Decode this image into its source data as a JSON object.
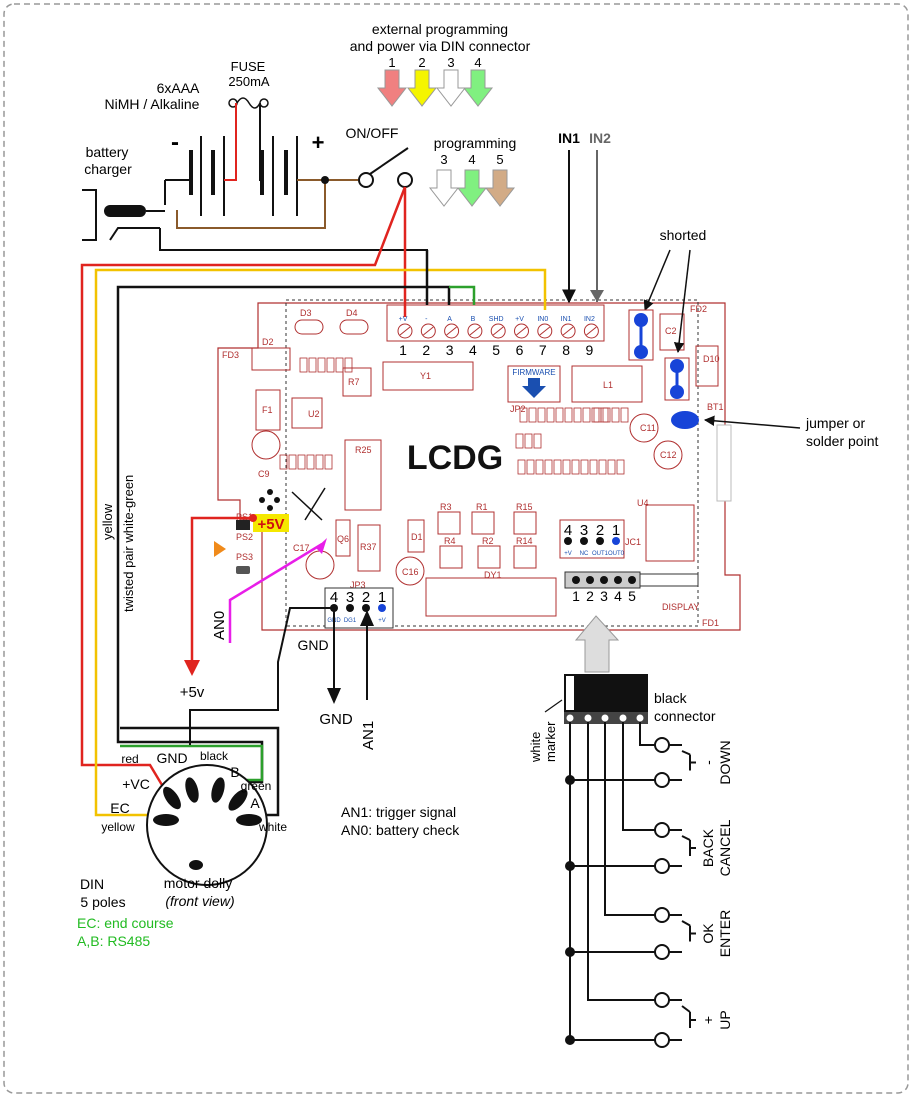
{
  "header": {
    "ext_line1": "external programming",
    "ext_line2": "and power via DIN connector",
    "ext_nums": [
      "1",
      "2",
      "3",
      "4"
    ],
    "prog_label": "programming",
    "prog_nums": [
      "3",
      "4",
      "5"
    ]
  },
  "power": {
    "battery_line1": "6xAAA",
    "battery_line2": "NiMH / Alkaline",
    "fuse_line1": "FUSE",
    "fuse_line2": "250mA",
    "minus": "-",
    "plus": "+",
    "switch": "ON/OFF",
    "charger_line1": "battery",
    "charger_line2": "charger"
  },
  "inputs": {
    "in1": "IN1",
    "in2": "IN2"
  },
  "annotations": {
    "shorted": "shorted",
    "jumper_line1": "jumper or",
    "jumper_line2": "solder point",
    "plus5v_tag": "+5V",
    "an0": "AN0",
    "plus5v": "+5v",
    "gnd_top": "GND",
    "gnd_bottom": "GND",
    "an1": "AN1",
    "yellow_wire": "yellow",
    "twisted_wire": "twisted pair white-green",
    "an1_note": "AN1: trigger signal",
    "an0_note": "AN0: battery check"
  },
  "board": {
    "title": "LCDG",
    "terminal_nums": [
      "1",
      "2",
      "3",
      "4",
      "5",
      "6",
      "7",
      "8",
      "9"
    ],
    "terminal_labels": [
      "+V",
      "-",
      "A",
      "B",
      "SHD",
      "+V",
      "IN0",
      "IN1",
      "IN2"
    ],
    "firmware": "FIRMWARE",
    "jc1_nums": [
      "4",
      "3",
      "2",
      "1"
    ],
    "jc1_labels": [
      "+V",
      "NC",
      "OUT1",
      "OUT0"
    ],
    "jp3_nums": [
      "4",
      "3",
      "2",
      "1"
    ],
    "jp3_labels": [
      "GND",
      "DG1",
      "",
      "+V"
    ],
    "display_nums": [
      "1",
      "2",
      "3",
      "4",
      "5"
    ],
    "components": [
      "D3",
      "D4",
      "D2",
      "FD3",
      "F1",
      "U2",
      "R7",
      "Y1",
      "L1",
      "R25",
      "D1",
      "C16",
      "C17",
      "C9",
      "C11",
      "C12",
      "U4",
      "BT1",
      "D10",
      "C2",
      "DY1",
      "JP2",
      "JP3",
      "JC1",
      "FD1",
      "R3",
      "R1",
      "R15",
      "R4",
      "R2",
      "R14",
      "PS1",
      "PS2",
      "PS3",
      "R37",
      "Q6",
      "DISPLAY",
      "FD2"
    ]
  },
  "din": {
    "pin_vc": "+VC",
    "pin_gnd": "GND",
    "pin_b": "B",
    "pin_a": "A",
    "pin_ec": "EC",
    "wire_red": "red",
    "wire_black": "black",
    "wire_green": "green",
    "wire_yellow": "yellow",
    "wire_white": "white",
    "label_line1": "DIN",
    "label_line2": "5 poles",
    "motor_line1": "motor dolly",
    "motor_line2": "(front view)",
    "legend_ec": "EC: end course",
    "legend_ab": "A,B: RS485"
  },
  "keypad": {
    "connector_line1": "black",
    "connector_line2": "connector",
    "marker_line1": "white",
    "marker_line2": "marker",
    "buttons": [
      {
        "line1": "-",
        "line2": "DOWN"
      },
      {
        "line1": "BACK",
        "line2": "CANCEL"
      },
      {
        "line1": "OK",
        "line2": "ENTER"
      },
      {
        "line1": "+",
        "line2": "UP"
      }
    ]
  },
  "colors": {
    "red": "#e0241f",
    "black": "#111111",
    "brown": "#8a5a2b",
    "green": "#2ca02c",
    "yellow": "#f2c200",
    "magenta": "#e81ee8",
    "blue": "#1744d8",
    "pcb_line": "#b03030",
    "arrow_red": "#f08080",
    "arrow_yellow": "#f5f500",
    "arrow_white": "#ffffff",
    "arrow_green": "#80f080",
    "arrow_brown": "#d2ab86",
    "legend_green": "#22bb22",
    "orange": "#f08a1a"
  }
}
